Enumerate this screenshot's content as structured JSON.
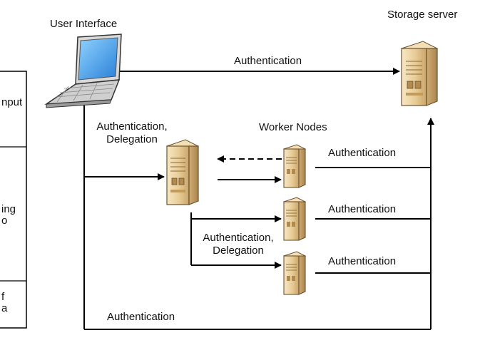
{
  "labels": {
    "user_interface": "User Interface",
    "storage_server": "Storage server",
    "worker_nodes": "Worker Nodes",
    "auth_top": "Authentication",
    "auth_deleg_1_line1": "Authentication,",
    "auth_deleg_1_line2": "Delegation",
    "auth_worker_1": "Authentication",
    "auth_worker_2": "Authentication",
    "auth_deleg_2_line1": "Authentication,",
    "auth_deleg_2_line2": "Delegation",
    "auth_worker_3": "Authentication",
    "auth_bottom": "Authentication"
  },
  "left_panel_fragments": [
    "nput",
    "ing",
    "o",
    "f",
    "a"
  ]
}
